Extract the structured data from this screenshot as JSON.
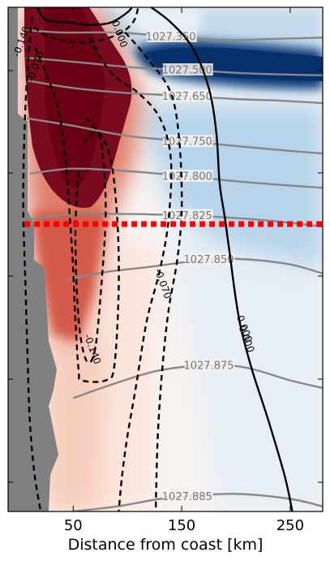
{
  "chart_data": {
    "type": "contour",
    "xlabel": "Distance from coast [km]",
    "xlim": [
      -10,
      280
    ],
    "x_ticks": [
      50,
      150,
      250
    ],
    "density_contours": [
      {
        "label": "1027.350",
        "label_x": 140,
        "points": [
          [
            7,
            0.045
          ],
          [
            40,
            0.05
          ],
          [
            90,
            0.05
          ],
          [
            140,
            0.058
          ],
          [
            190,
            0.065
          ],
          [
            230,
            0.063
          ],
          [
            280,
            0.06
          ]
        ]
      },
      {
        "label": "1027.500",
        "label_x": 155,
        "points": [
          [
            7,
            0.1
          ],
          [
            60,
            0.11
          ],
          [
            110,
            0.12
          ],
          [
            155,
            0.124
          ],
          [
            200,
            0.13
          ],
          [
            240,
            0.133
          ],
          [
            280,
            0.135
          ]
        ]
      },
      {
        "label": "1027.650",
        "label_x": 155,
        "points": [
          [
            7,
            0.145
          ],
          [
            50,
            0.16
          ],
          [
            100,
            0.17
          ],
          [
            155,
            0.176
          ],
          [
            200,
            0.182
          ],
          [
            240,
            0.185
          ],
          [
            280,
            0.19
          ]
        ]
      },
      {
        "label": "1027.750",
        "label_x": 155,
        "points": [
          [
            7,
            0.22
          ],
          [
            50,
            0.235
          ],
          [
            100,
            0.255
          ],
          [
            155,
            0.266
          ],
          [
            200,
            0.275
          ],
          [
            240,
            0.283
          ],
          [
            280,
            0.29
          ]
        ]
      },
      {
        "label": "1027.800",
        "label_x": 155,
        "points": [
          [
            10,
            0.33
          ],
          [
            50,
            0.32
          ],
          [
            100,
            0.325
          ],
          [
            155,
            0.335
          ],
          [
            200,
            0.345
          ],
          [
            240,
            0.352
          ],
          [
            280,
            0.358
          ]
        ]
      },
      {
        "label": "1027.825",
        "label_x": 155,
        "points": [
          [
            12,
            0.42
          ],
          [
            50,
            0.41
          ],
          [
            100,
            0.41
          ],
          [
            155,
            0.413
          ],
          [
            200,
            0.418
          ],
          [
            240,
            0.425
          ],
          [
            280,
            0.435
          ]
        ]
      },
      {
        "label": "1027.850",
        "label_x": 175,
        "points": [
          [
            45,
            0.54
          ],
          [
            80,
            0.525
          ],
          [
            120,
            0.515
          ],
          [
            175,
            0.5
          ],
          [
            210,
            0.5
          ],
          [
            250,
            0.51
          ],
          [
            280,
            0.528
          ]
        ]
      },
      {
        "label": "1027.875",
        "label_x": 175,
        "points": [
          [
            50,
            0.775
          ],
          [
            90,
            0.745
          ],
          [
            130,
            0.72
          ],
          [
            175,
            0.71
          ],
          [
            210,
            0.715
          ],
          [
            250,
            0.74
          ],
          [
            280,
            0.755
          ]
        ]
      },
      {
        "label": "1027.885",
        "label_x": 155,
        "points": [
          [
            50,
            1.0
          ],
          [
            90,
            0.99
          ],
          [
            130,
            0.975
          ],
          [
            155,
            0.97
          ],
          [
            200,
            0.965
          ],
          [
            250,
            0.975
          ],
          [
            280,
            0.99
          ]
        ]
      }
    ],
    "velocity_contours": [
      {
        "label": "0.000",
        "label_x": 90,
        "label_y": 0.055,
        "style": "dashed",
        "points": [
          [
            14,
            0.04
          ],
          [
            30,
            0.06
          ],
          [
            60,
            0.07
          ],
          [
            90,
            0.055
          ],
          [
            105,
            0.03
          ],
          [
            110,
            0.0
          ]
        ]
      },
      {
        "label": "-0.140",
        "label_x": 5,
        "label_y": 0.07,
        "style": "dashed",
        "points": [
          [
            15,
            0.08
          ],
          [
            38,
            0.22
          ],
          [
            48,
            0.45
          ],
          [
            52,
            0.62
          ],
          [
            55,
            0.72
          ],
          [
            58,
            0.74
          ],
          [
            80,
            0.74
          ],
          [
            88,
            0.71
          ],
          [
            92,
            0.55
          ],
          [
            90,
            0.4
          ],
          [
            82,
            0.28
          ],
          [
            62,
            0.22
          ]
        ]
      },
      {
        "label": "-0.140",
        "label_x": 65,
        "label_y": 0.68,
        "style": "dashed",
        "points": [
          [
            60,
            0.27
          ],
          [
            68,
            0.25
          ],
          [
            76,
            0.27
          ],
          [
            80,
            0.4
          ],
          [
            76,
            0.55
          ],
          [
            70,
            0.68
          ],
          [
            62,
            0.7
          ],
          [
            55,
            0.62
          ],
          [
            52,
            0.45
          ],
          [
            55,
            0.32
          ]
        ]
      },
      {
        "label": "-0.070",
        "label_x": 130,
        "label_y": 0.55,
        "style": "dashed",
        "points": [
          [
            65,
            0.06
          ],
          [
            85,
            0.13
          ],
          [
            110,
            0.17
          ],
          [
            130,
            0.22
          ],
          [
            140,
            0.3
          ],
          [
            138,
            0.42
          ],
          [
            130,
            0.52
          ],
          [
            118,
            0.62
          ],
          [
            108,
            0.75
          ],
          [
            100,
            0.85
          ],
          [
            95,
            0.93
          ],
          [
            92,
            1.0
          ]
        ]
      },
      {
        "label": "-0.070",
        "label_x": 18,
        "label_y": 0.12,
        "style": "dashed",
        "points": [
          [
            12,
            0.02
          ],
          [
            8,
            0.12
          ],
          [
            5,
            0.25
          ],
          [
            4,
            0.4
          ],
          [
            6,
            0.55
          ],
          [
            8,
            0.7
          ],
          [
            10,
            0.82
          ],
          [
            14,
            0.92
          ],
          [
            20,
            1.0
          ]
        ]
      },
      {
        "label": "0.000",
        "label_x": 207,
        "label_y": 0.66,
        "style": "dashed",
        "points": [
          [
            98,
            0.05
          ],
          [
            118,
            0.1
          ],
          [
            140,
            0.17
          ],
          [
            148,
            0.27
          ],
          [
            150,
            0.4
          ],
          [
            146,
            0.5
          ],
          [
            138,
            0.6
          ],
          [
            132,
            0.72
          ],
          [
            128,
            0.85
          ],
          [
            126,
            1.0
          ]
        ]
      },
      {
        "label": "0.000",
        "label_x": 205,
        "label_y": 0.64,
        "style": "solid",
        "points": [
          [
            122,
            0.0
          ],
          [
            140,
            0.03
          ],
          [
            160,
            0.08
          ],
          [
            175,
            0.16
          ],
          [
            182,
            0.25
          ],
          [
            185,
            0.35
          ],
          [
            190,
            0.42
          ],
          [
            195,
            0.5
          ],
          [
            200,
            0.58
          ],
          [
            205,
            0.64
          ],
          [
            215,
            0.72
          ],
          [
            230,
            0.82
          ],
          [
            245,
            0.93
          ],
          [
            252,
            1.0
          ]
        ]
      },
      {
        "label": "",
        "style": "solid",
        "points": [
          [
            17,
            0.0
          ],
          [
            25,
            0.025
          ],
          [
            45,
            0.03
          ],
          [
            65,
            0.035
          ],
          [
            85,
            0.03
          ],
          [
            100,
            0.01
          ],
          [
            104,
            0.0
          ]
        ]
      }
    ],
    "reference_line": {
      "style": "dotted",
      "color": "#ff0000",
      "y": 0.43,
      "x_start": 5,
      "x_end": 280
    },
    "colormap": "RdBu_r",
    "colors": {
      "land": "#808080",
      "positive": "#67000d",
      "negative": "#053061",
      "density_contour": "#888888",
      "velocity_contour": "#000000"
    }
  }
}
